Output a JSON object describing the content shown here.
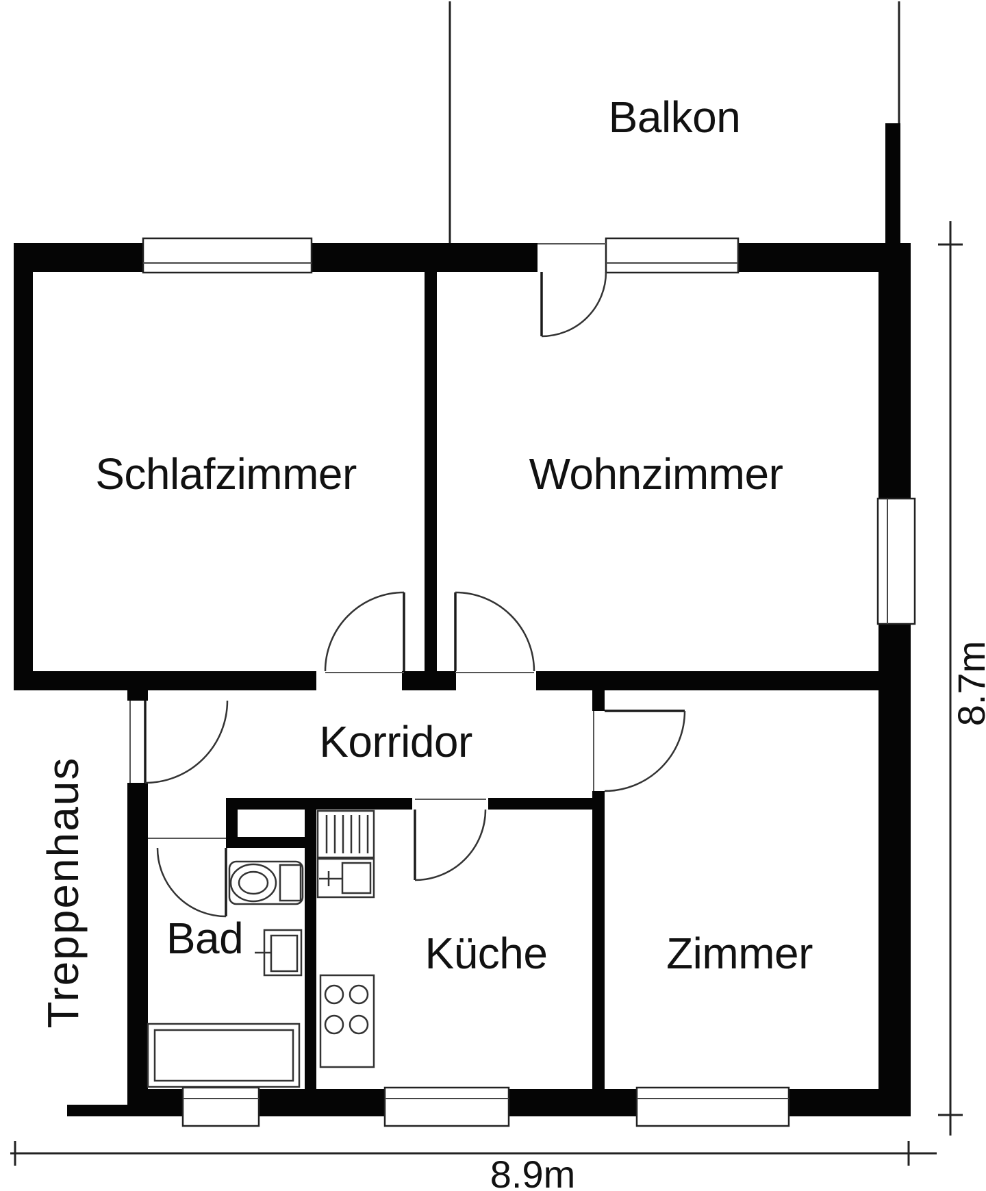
{
  "plan": {
    "title": "apartment-floor-plan",
    "rooms": [
      {
        "id": "balkon",
        "label": "Balkon"
      },
      {
        "id": "schlafzimmer",
        "label": "Schlafzimmer"
      },
      {
        "id": "wohnzimmer",
        "label": "Wohnzimmer"
      },
      {
        "id": "korridor",
        "label": "Korridor"
      },
      {
        "id": "treppenhaus",
        "label": "Treppenhaus"
      },
      {
        "id": "bad",
        "label": "Bad"
      },
      {
        "id": "kueche",
        "label": "Küche"
      },
      {
        "id": "zimmer",
        "label": "Zimmer"
      }
    ],
    "dimensions": {
      "width_label": "8.9m",
      "height_label": "8.7m"
    },
    "colors": {
      "wall": "#050505",
      "background": "#ffffff",
      "line": "#222222",
      "text": "#111111"
    }
  }
}
